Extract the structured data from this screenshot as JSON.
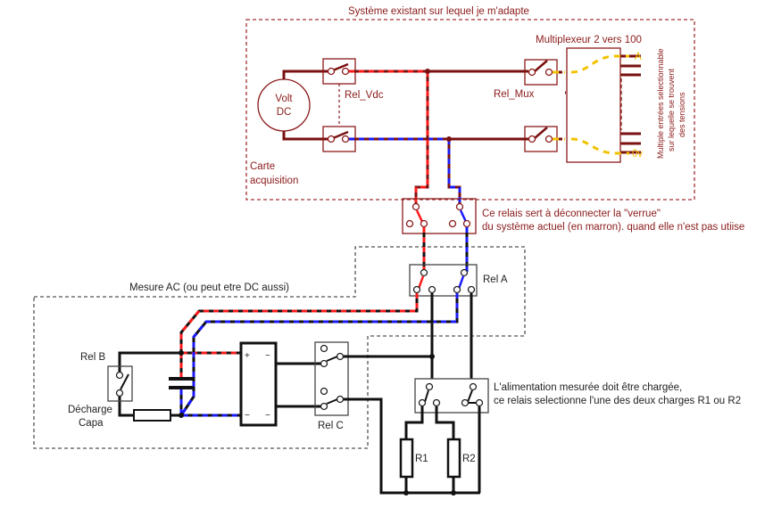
{
  "diagram": {
    "type": "circuit-schematic",
    "colors": {
      "existing_system": "#8b1a1a",
      "positive_line": "#ff1a1a",
      "negative_line": "#1a1aff",
      "mux_signal": "#f2c200",
      "new_circuit": "#111111"
    },
    "existing_system": {
      "frame_title": "Système existant sur lequel je m'adapte",
      "mux_title": "Multiplexeur 2 vers 100",
      "source_label_line1": "Volt",
      "source_label_line2": "DC",
      "rel_vdc_label": "Rel_Vdc",
      "rel_mux_label": "Rel_Mux",
      "card_label_line1": "Carte",
      "card_label_line2": "acquisition",
      "mux_out_a": "A",
      "mux_out_0v": "0v",
      "mux_note_line1": "Multiple entrées selectionnable",
      "mux_note_line2": "sur lequelle se trouvent",
      "mux_note_line3": "des tensions"
    },
    "disconnect_relay": {
      "note_line1": "Ce relais sert à déconnecter la \"verrue\"",
      "note_line2": "du système actuel (en marron). quand elle n'est pas utiise"
    },
    "ac_measure": {
      "frame_title": "Mesure AC (ou peut etre DC aussi)",
      "rel_a_label": "Rel A",
      "rel_b_label": "Rel B",
      "rel_c_label": "Rel C",
      "discharge_line1": "Décharge",
      "discharge_line2": "Capa",
      "bridge_plus": "+",
      "bridge_minus": "−",
      "bridge_ac1": "~",
      "bridge_ac2": "~"
    },
    "load_select": {
      "note_line1": "L'alimentation mesurée doit être chargée,",
      "note_line2": "ce relais selectionne l'une des deux charges R1 ou R2",
      "r1_label": "R1",
      "r2_label": "R2"
    }
  }
}
